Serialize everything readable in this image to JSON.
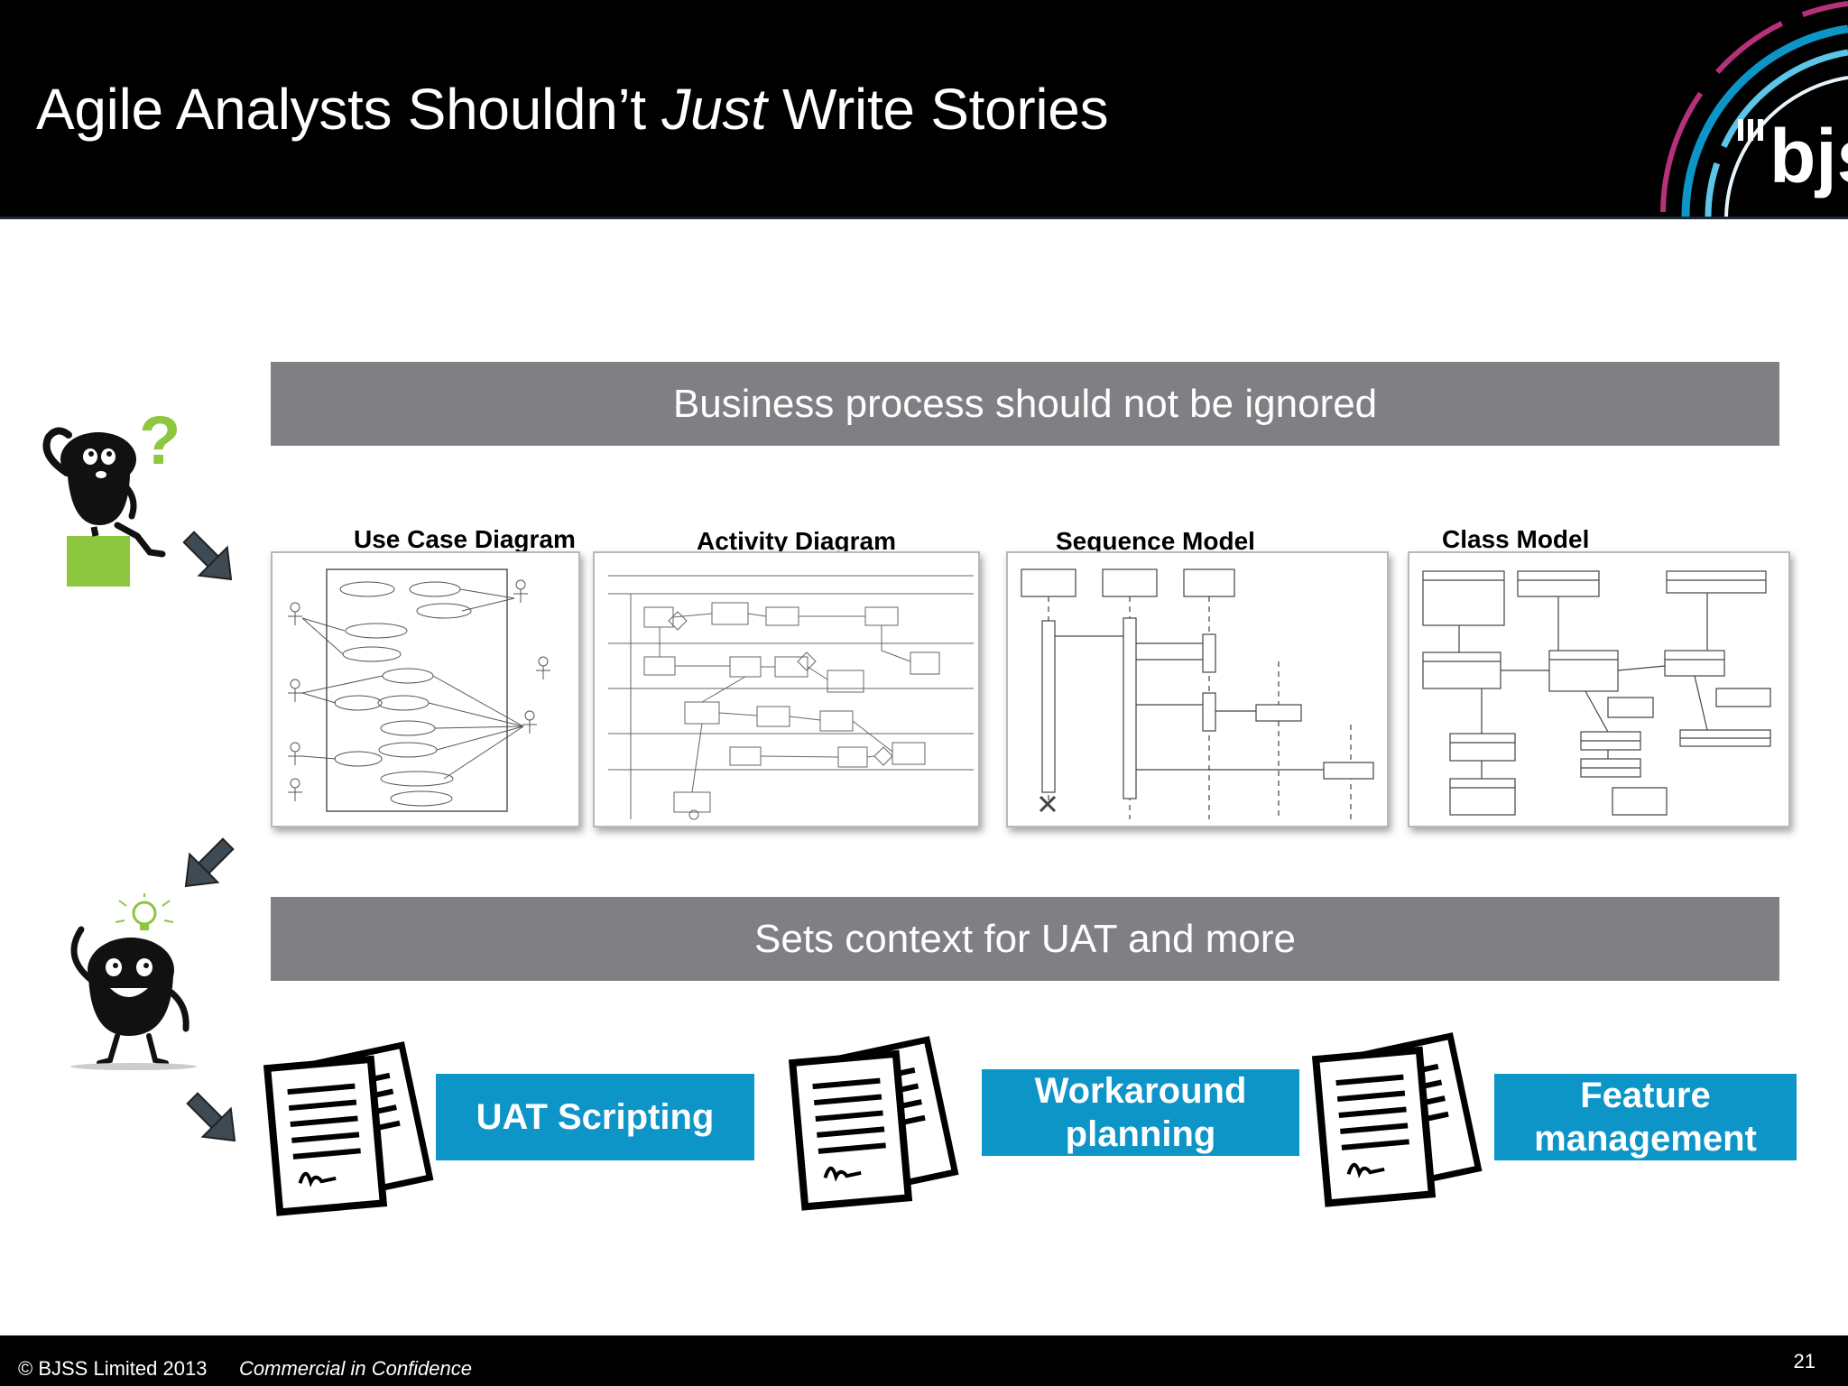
{
  "header": {
    "title_before": "Agile Analysts Shouldn’t ",
    "title_italic": "Just",
    "title_after": " Write Stories",
    "logo_text": "bjss"
  },
  "banners": {
    "top": "Business process should not be ignored",
    "middle": "Sets context for UAT and more"
  },
  "diagrams": [
    {
      "label": "Use Case Diagram"
    },
    {
      "label": "Activity Diagram"
    },
    {
      "label": "Sequence Model"
    },
    {
      "label": "Class Model"
    }
  ],
  "outcomes": [
    {
      "label": "UAT Scripting"
    },
    {
      "label": "Workaround planning"
    },
    {
      "label": "Feature management"
    }
  ],
  "footer": {
    "copyright": "© BJSS Limited 2013",
    "confidential": "Commercial in Confidence",
    "page_number": "21"
  },
  "colors": {
    "banner_gray": "#807f83",
    "accent_blue": "#0d95c8",
    "question_green": "#8dc63f"
  }
}
